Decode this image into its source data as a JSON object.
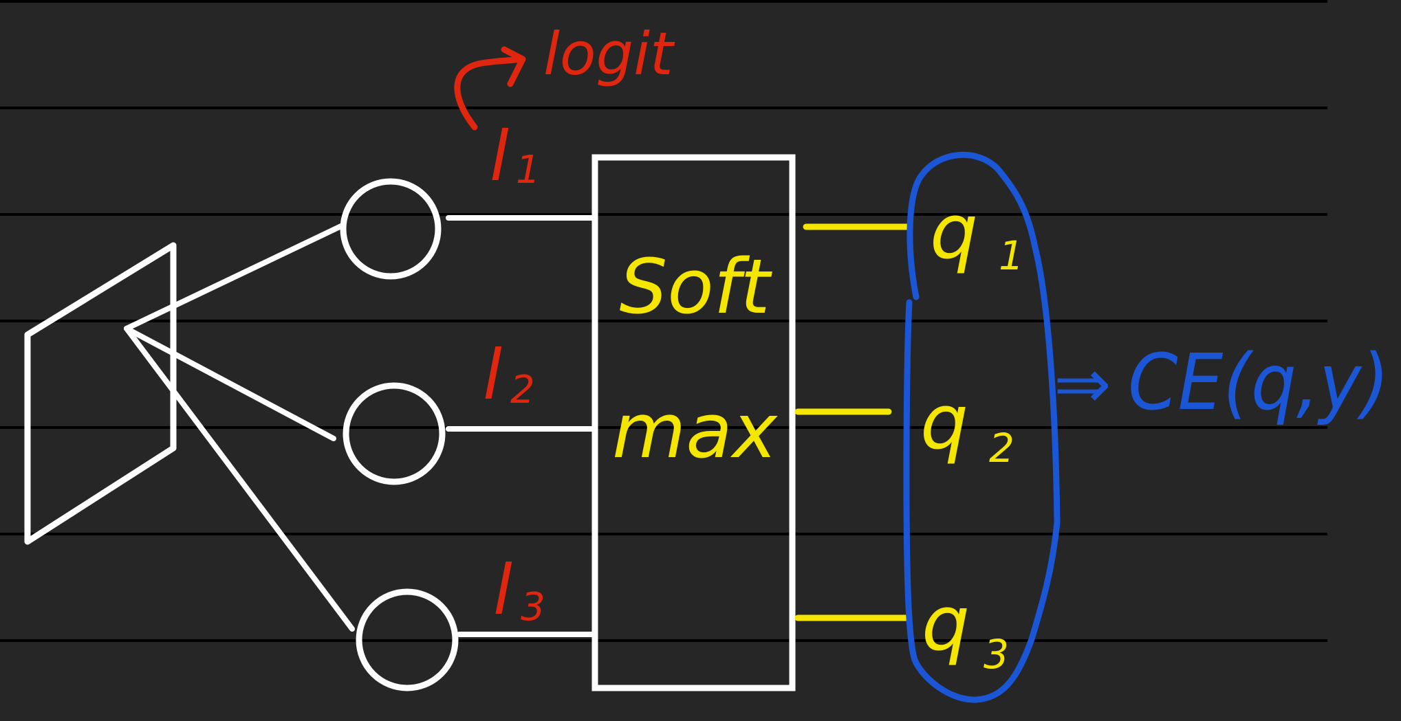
{
  "colors": {
    "background": "#262626",
    "ruled_line": "#000000",
    "network_ink": "#ffffff",
    "logit_ink": "#e0260e",
    "softmax_ink": "#f5e600",
    "loss_ink": "#1a56d6"
  },
  "annotation": {
    "logit_label": "logit"
  },
  "logits": [
    {
      "symbol": "l",
      "subscript": "1"
    },
    {
      "symbol": "l",
      "subscript": "2"
    },
    {
      "symbol": "l",
      "subscript": "3"
    }
  ],
  "softmax": {
    "line1": "Soft",
    "line2": "max"
  },
  "outputs": [
    {
      "symbol": "q",
      "subscript": "1"
    },
    {
      "symbol": "q",
      "subscript": "2"
    },
    {
      "symbol": "q",
      "subscript": "3"
    }
  ],
  "loss": {
    "arrow": "⇒",
    "expression": "CE(q,y)"
  }
}
